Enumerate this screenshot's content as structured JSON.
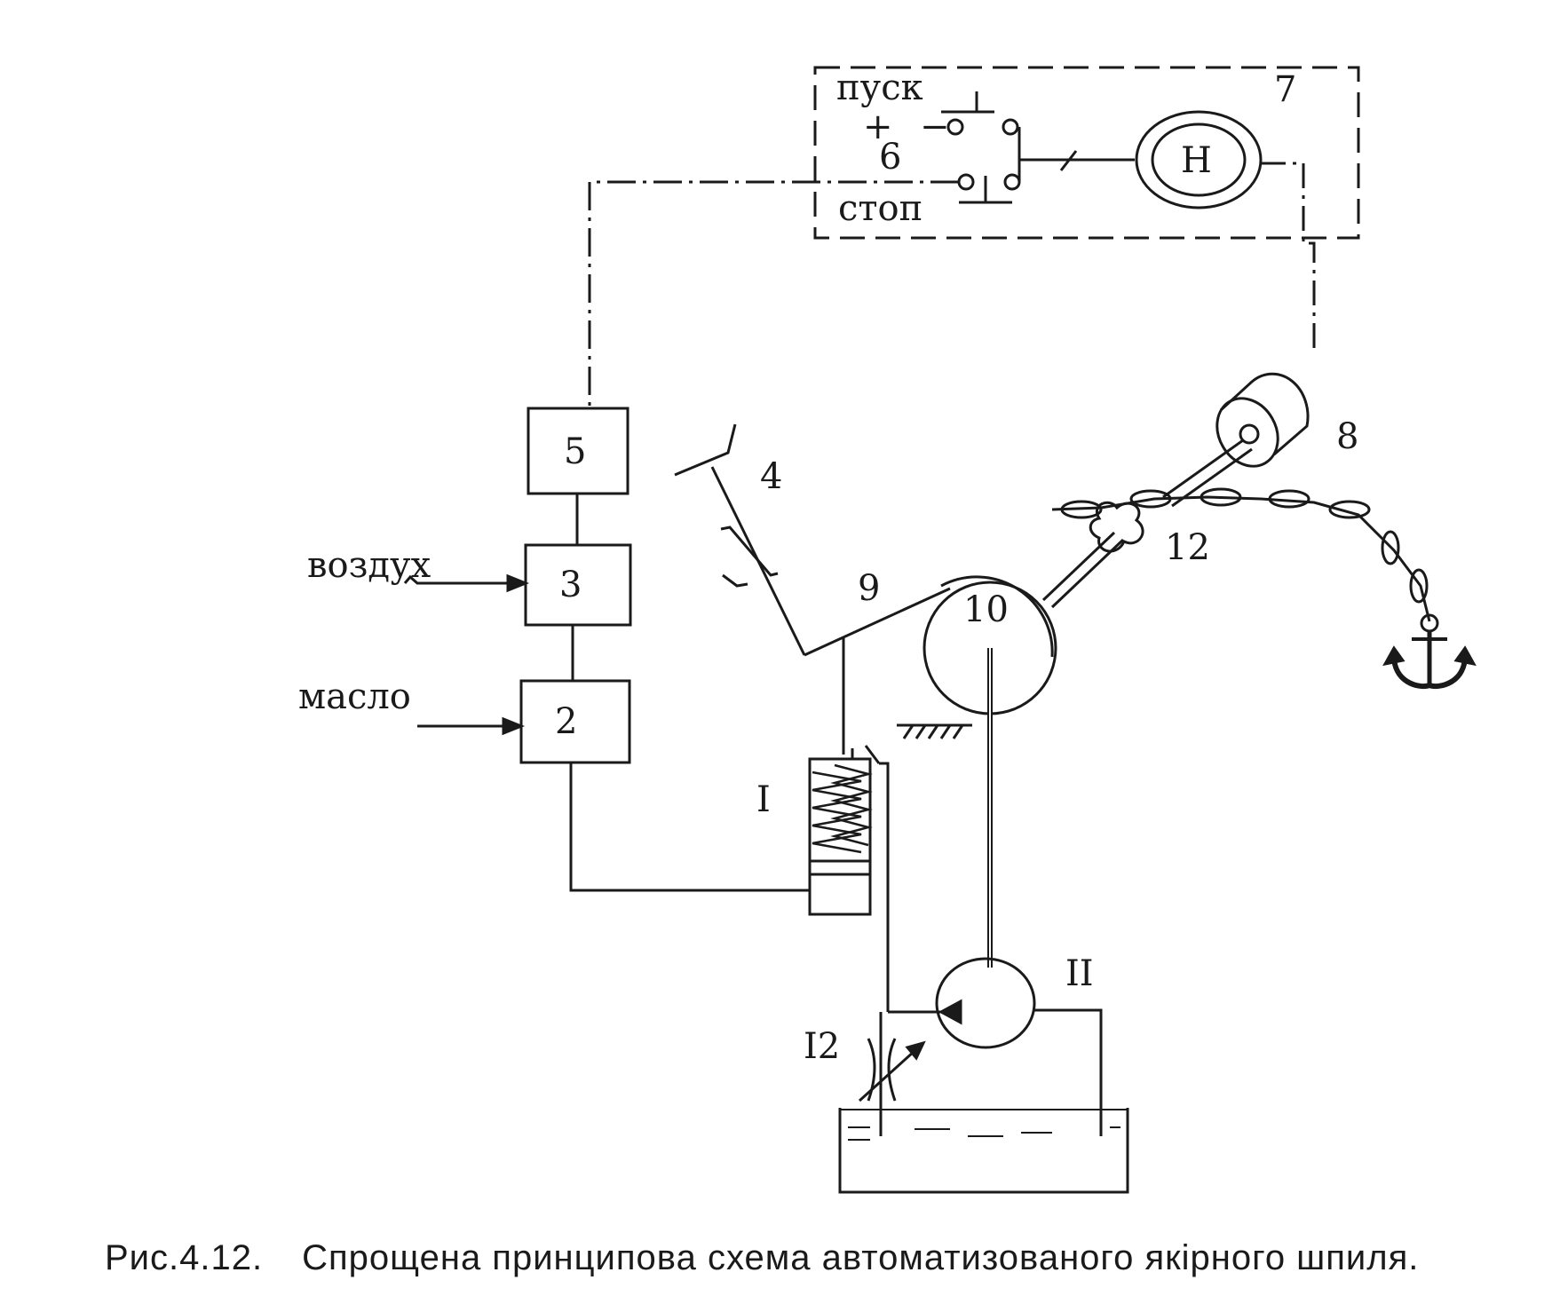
{
  "labels": {
    "start": "пуск",
    "plus": "+",
    "minus": "−",
    "stop": "стоп",
    "motor": "Н",
    "air": "воздух",
    "oil": "масло"
  },
  "numbers": {
    "n1": "I",
    "n2": "2",
    "n3": "3",
    "n4": "4",
    "n5": "5",
    "n6": "6",
    "n7": "7",
    "n8": "8",
    "n9": "9",
    "n10": "10",
    "n11": "II",
    "n12a": "12",
    "n12b": "I2"
  },
  "caption": {
    "number": "Рис.4.12.",
    "text": "Спрощена принципова схема автоматизованого якірного шпиля."
  }
}
